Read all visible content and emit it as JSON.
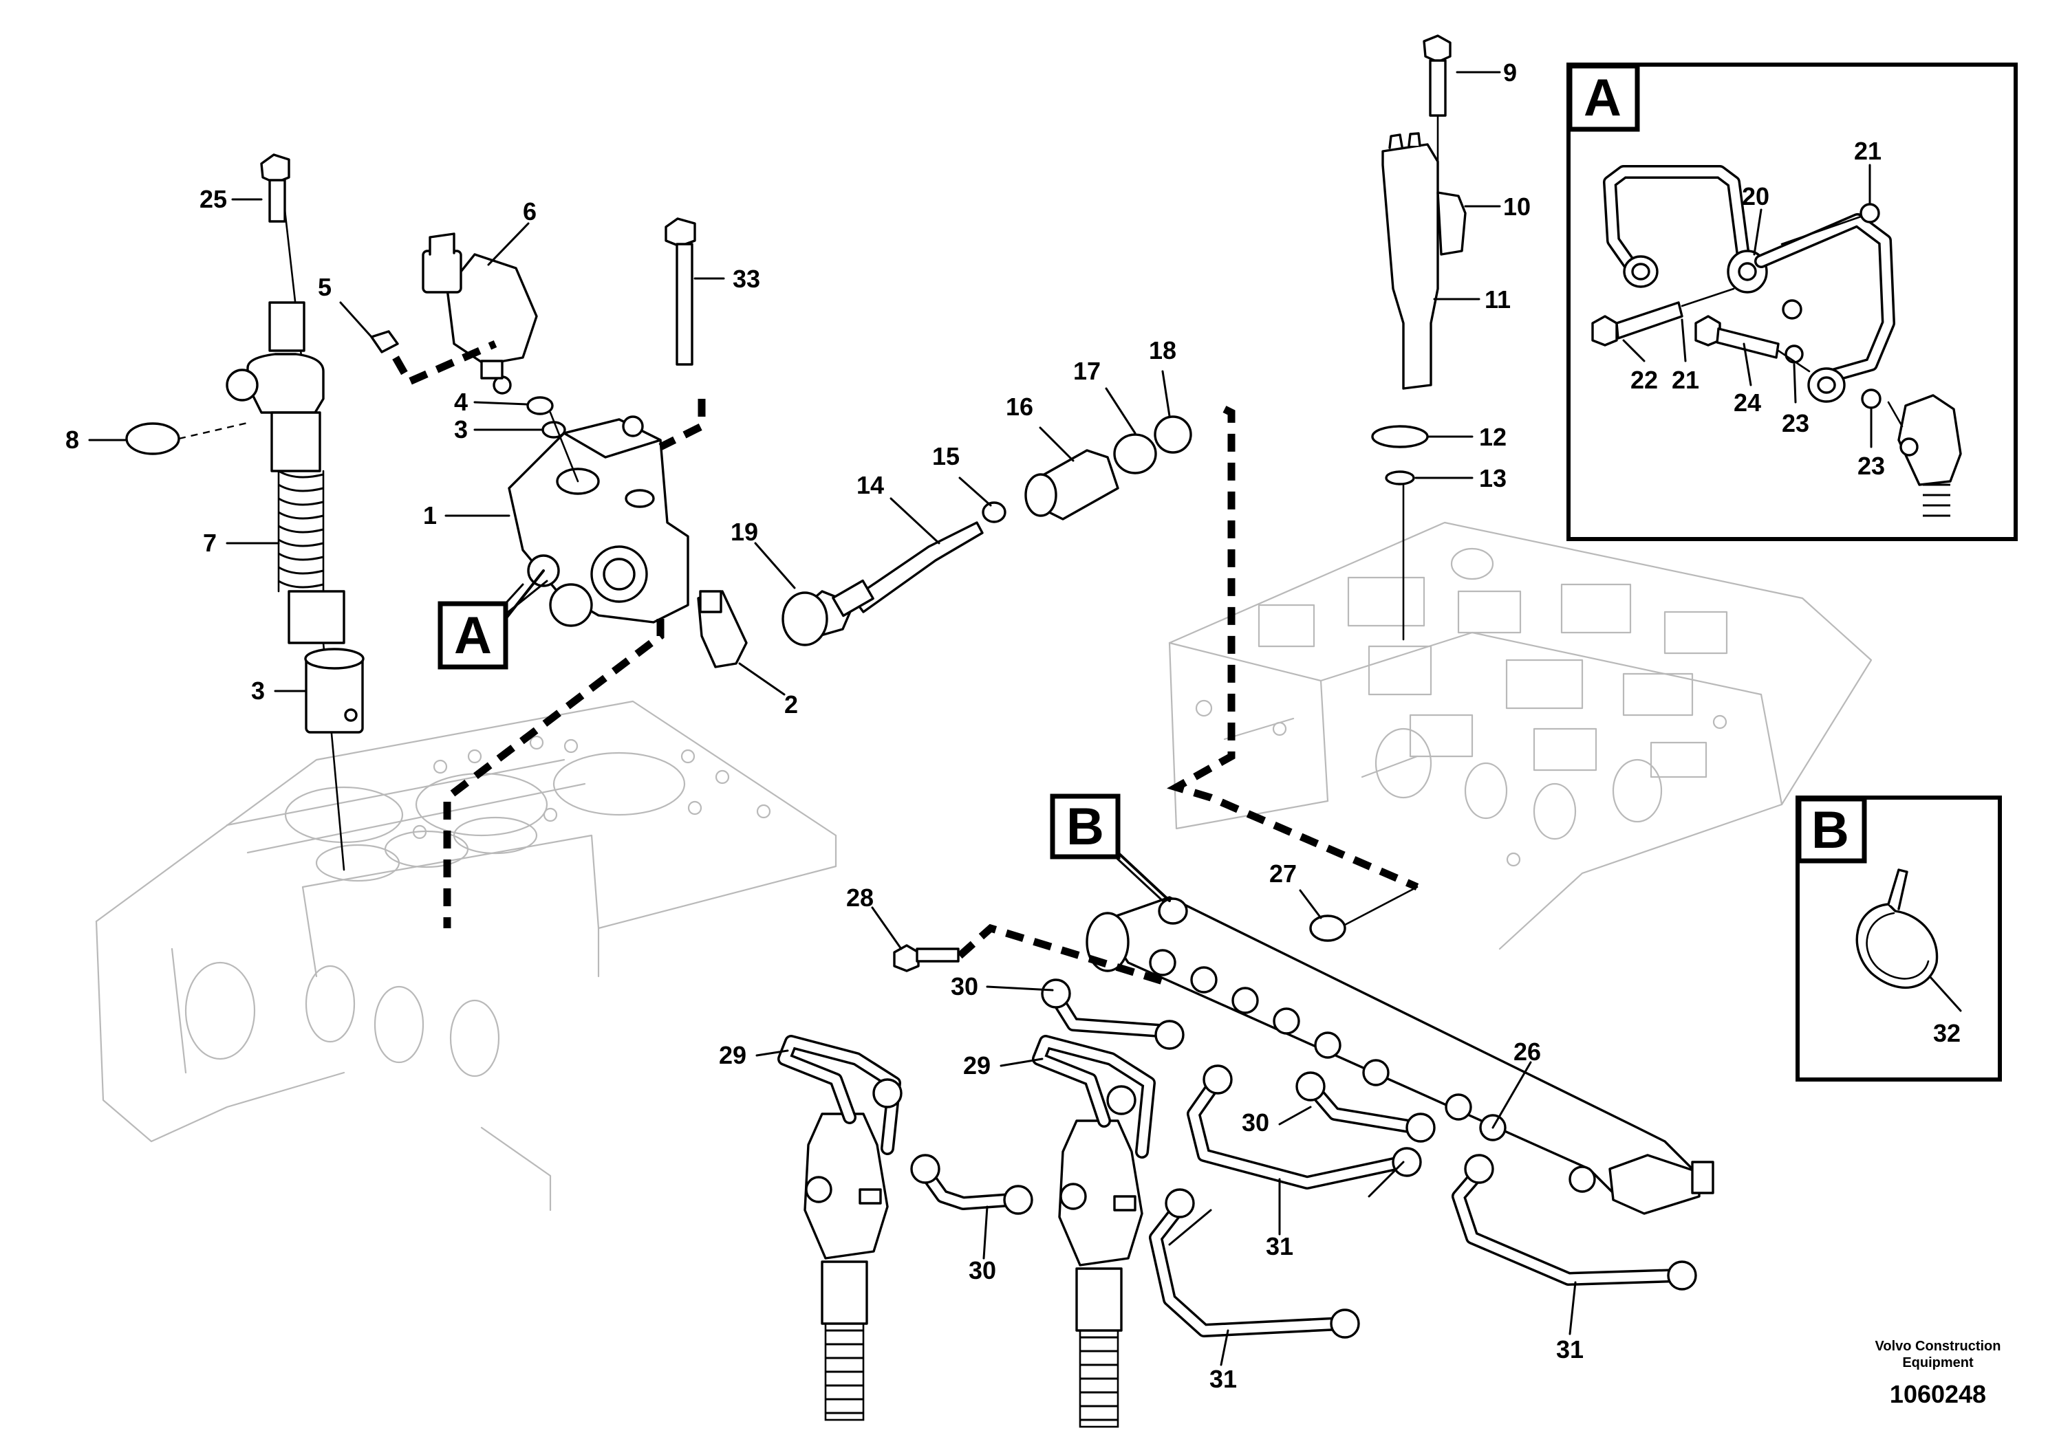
{
  "diagram": {
    "callouts": {
      "c1": "1",
      "c2": "2",
      "c3a": "3",
      "c3b": "3",
      "c4": "4",
      "c5": "5",
      "c6": "6",
      "c7": "7",
      "c8": "8",
      "c9": "9",
      "c10": "10",
      "c11": "11",
      "c12": "12",
      "c13": "13",
      "c14": "14",
      "c15": "15",
      "c16": "16",
      "c17": "17",
      "c18": "18",
      "c19": "19",
      "c25": "25",
      "c26": "26",
      "c27": "27",
      "c28": "28",
      "c29a": "29",
      "c29b": "29",
      "c30a": "30",
      "c30b": "30",
      "c30c": "30",
      "c31a": "31",
      "c31b": "31",
      "c31c": "31",
      "c33": "33"
    },
    "view_markers": {
      "a": "A",
      "b": "B"
    },
    "detail_a": {
      "letter": "A",
      "callouts": {
        "c20": "20",
        "c21a": "21",
        "c21b": "21",
        "c22": "22",
        "c23a": "23",
        "c23b": "23",
        "c24": "24"
      }
    },
    "detail_b": {
      "letter": "B",
      "callouts": {
        "c32": "32"
      }
    }
  },
  "footer": {
    "brand_line1": "Volvo Construction",
    "brand_line2": "Equipment",
    "figure_number": "1060248"
  }
}
